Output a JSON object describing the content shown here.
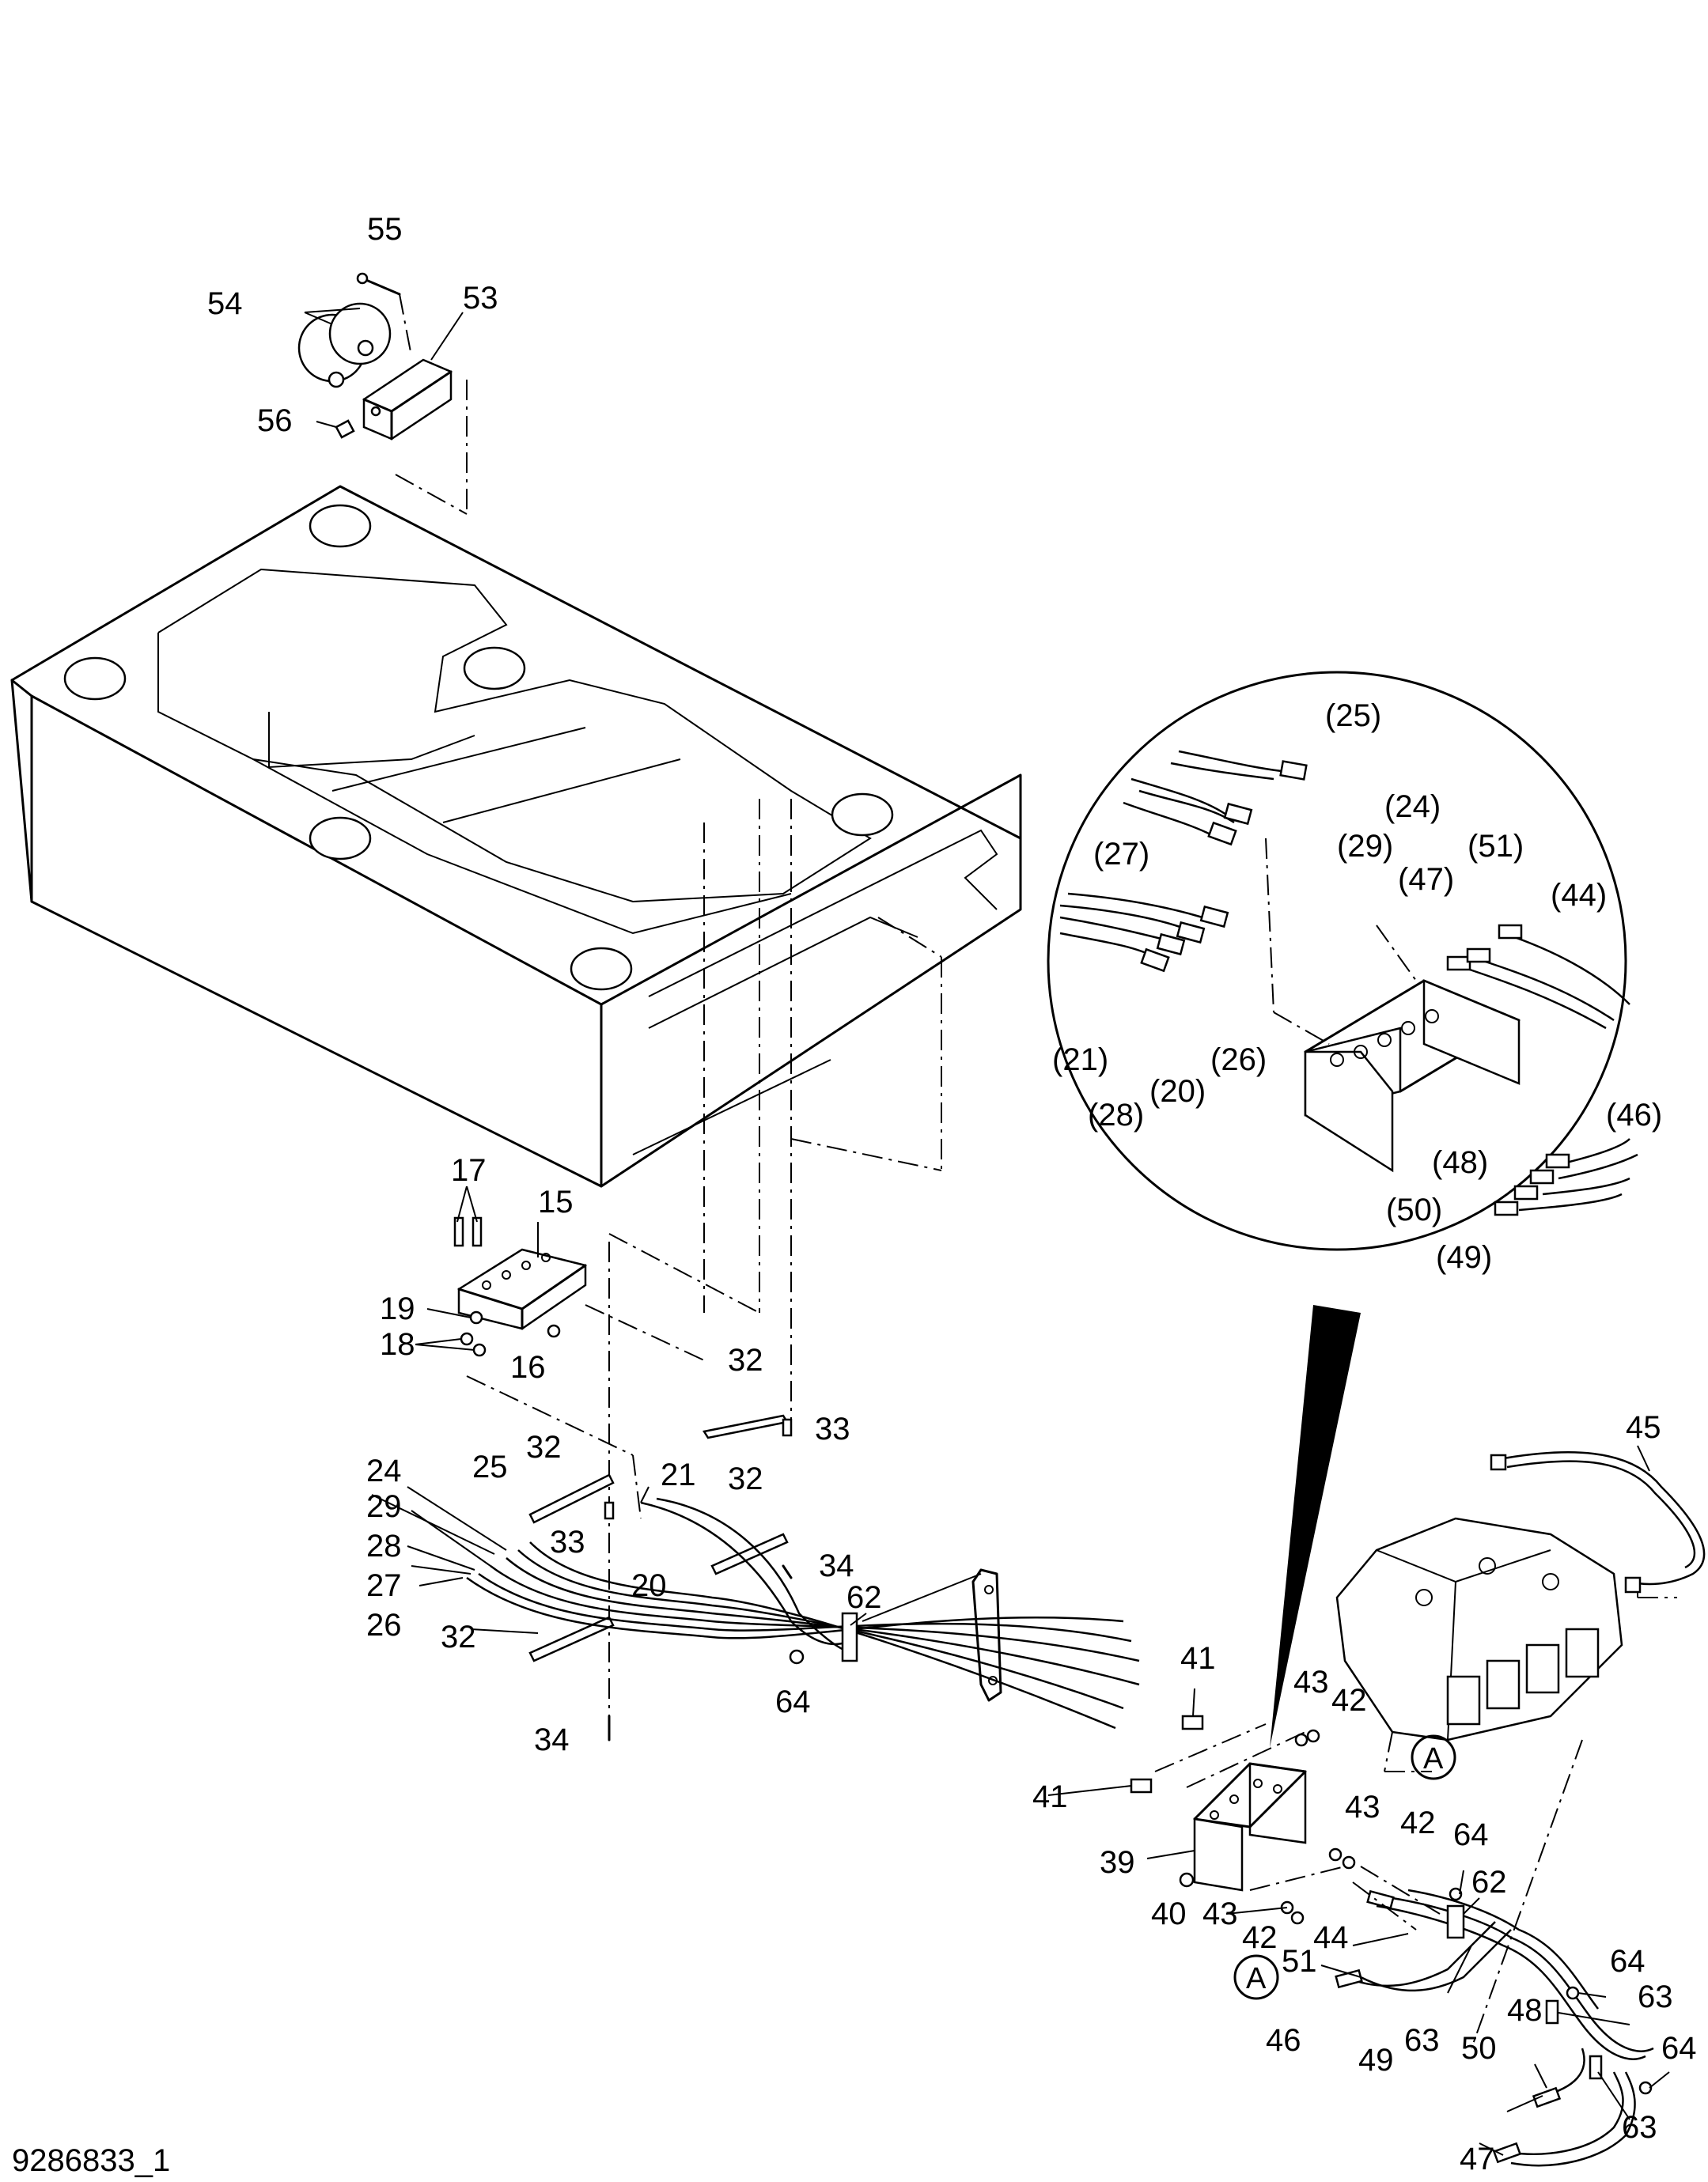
{
  "drawing_number": "9286833_1",
  "callouts": {
    "c55": "55",
    "c54": "54",
    "c53": "53",
    "c56": "56",
    "c17": "17",
    "c15": "15",
    "c19": "19",
    "c18": "18",
    "c16": "16",
    "c32a": "32",
    "c33a": "33",
    "c32b": "32",
    "c32c": "32",
    "c33b": "33",
    "c34a": "34",
    "c24": "24",
    "c25": "25",
    "c21": "21",
    "c29": "29",
    "c28": "28",
    "c27": "27",
    "c26": "26",
    "c20": "20",
    "c32d": "32",
    "c34b": "34",
    "c62a": "62",
    "c64a": "64",
    "c41a": "41",
    "c41b": "41",
    "c43a": "43",
    "c42a": "42",
    "c43b": "43",
    "c42b": "42",
    "c39": "39",
    "c40": "40",
    "c43c": "43",
    "c42c": "42",
    "c45": "45",
    "c44": "44",
    "c51": "51",
    "c46": "46",
    "c49": "49",
    "c63a": "63",
    "c62b": "62",
    "c64b": "64",
    "c64c": "64",
    "c63b": "63",
    "c48": "48",
    "c50": "50",
    "c64d": "64",
    "c63c": "63",
    "c47": "47",
    "refA1": "A",
    "refA2": "A"
  },
  "detail_callouts": {
    "d25": "(25)",
    "d24": "(24)",
    "d29": "(29)",
    "d27": "(27)",
    "d51": "(51)",
    "d47": "(47)",
    "d44": "(44)",
    "d21": "(21)",
    "d20": "(20)",
    "d26": "(26)",
    "d28": "(28)",
    "d46": "(46)",
    "d48": "(48)",
    "d50": "(50)",
    "d49": "(49)"
  }
}
